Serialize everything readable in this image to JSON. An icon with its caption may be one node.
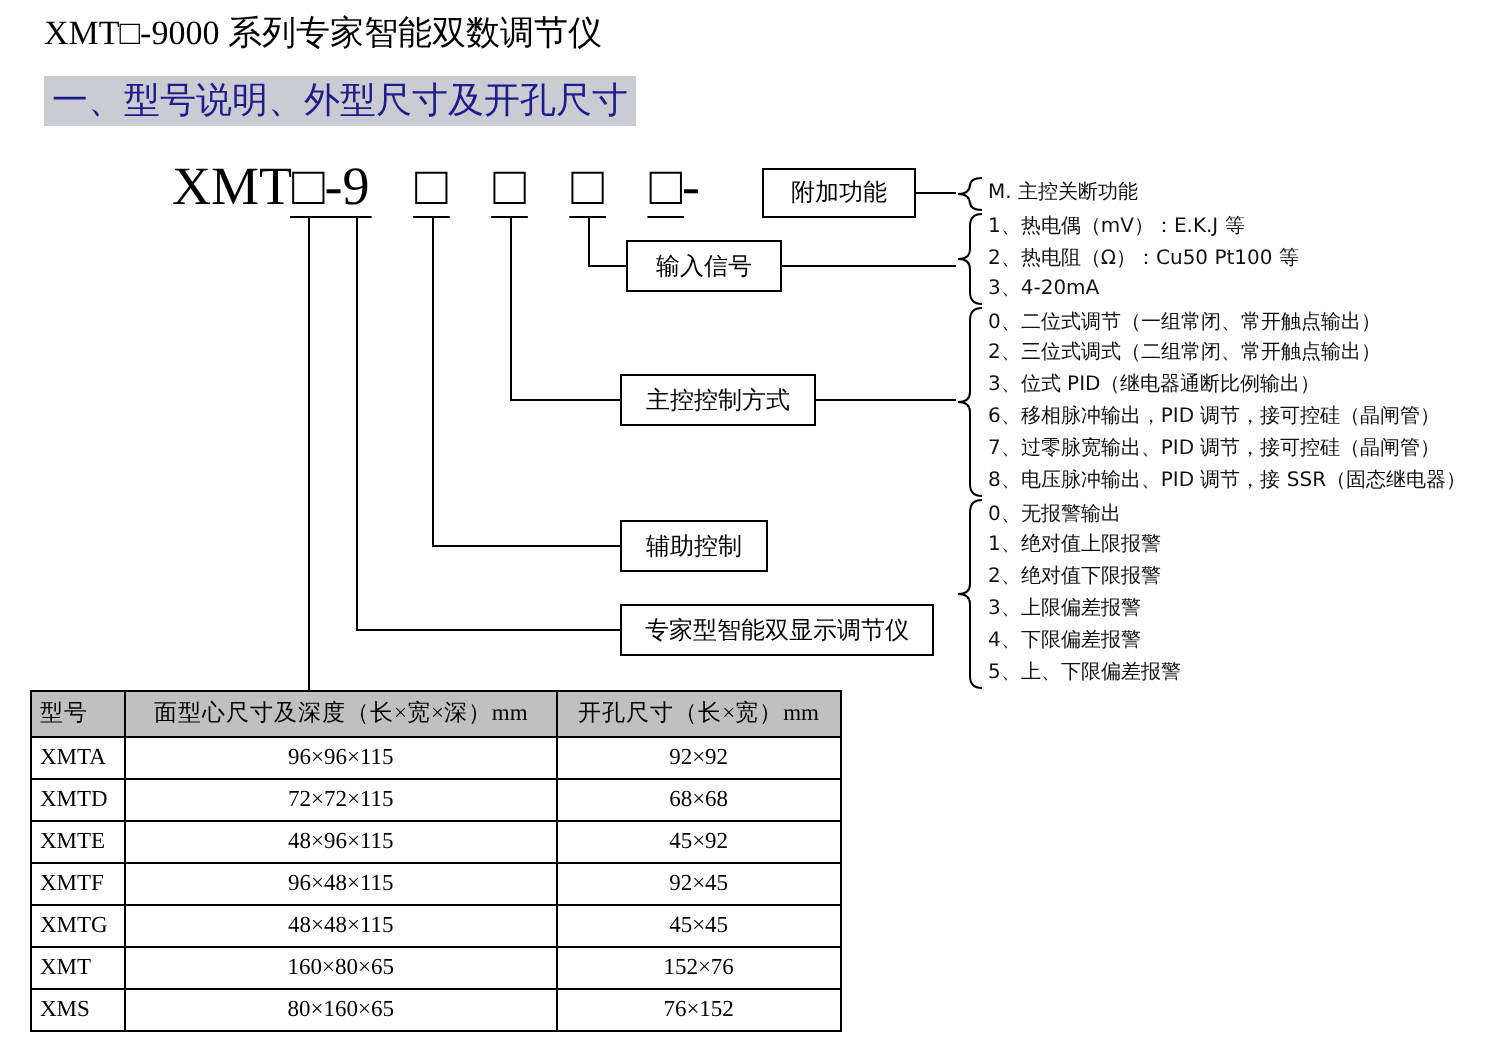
{
  "diagram": {
    "title": "XMT□-9000 系列专家智能双数调节仪",
    "nodes": [
      {
        "text": [
          "XMT□-9 □ □ □ □-"
        ]
      },
      {
        "text": [
          "附加功能"
        ]
      },
      {
        "text": [
          "输入信号"
        ]
      },
      {
        "text": [
          "主控控制方式"
        ]
      },
      {
        "text": [
          "辅助控制"
        ]
      },
      {
        "text": [
          "专家型智能双显示调节仪"
        ]
      },
      {
        "text": [
          "M. 主控关断功能"
        ]
      },
      {
        "text": [
          "1、热电偶（mV）：E.K.J 等",
          "2、热电阻（Ω）：Cu50 Pt100 等",
          "3、4-20mA"
        ]
      },
      {
        "text": [
          "0、二位式调节（一组常闭、常开触点输出）",
          "2、三位式调式（二组常闭、常开触点输出）",
          "3、位式 PID（继电器通断比例输出）",
          "6、移相脉冲输出，PID 调节，接可控硅（晶闸管）",
          "7、过零脉宽输出、PID 调节，接可控硅（晶闸管）",
          "8、电压脉冲输出、PID 调节，接 SSR（固态继电器）"
        ]
      },
      {
        "text": [
          "0、无报警输出",
          "1、绝对值上限报警",
          "2、绝对值下限报警",
          "3、上限偏差报警",
          "4、下限偏差报警",
          "5、上、下限偏差报警"
        ]
      },
      {
        "text": [],
        "shape": "box"
      }
    ],
    "edges": [
      {
        "from": 0,
        "to": 5,
        "arrow": "none"
      },
      {
        "from": 0,
        "to": 4,
        "arrow": "none"
      },
      {
        "from": 0,
        "to": 3,
        "arrow": "none"
      },
      {
        "from": 0,
        "to": 2,
        "arrow": "none"
      },
      {
        "from": 0,
        "to": 10,
        "arrow": "none"
      },
      {
        "from": 1,
        "to": 6,
        "arrow": "none"
      },
      {
        "from": 2,
        "to": 7,
        "arrow": "none"
      },
      {
        "from": 3,
        "to": 8,
        "arrow": "none"
      }
    ],
    "labels": [
      "一、型号说明、外型尺寸及开孔尺寸",
      "型号",
      "面型心尺寸及深度（长×宽×深）mm",
      "开孔尺寸（长×宽）mm",
      "XMTA",
      "96×96×115",
      "92×92",
      "XMTD",
      "72×72×115",
      "68×68",
      "XMTE",
      "48×96×115",
      "45×92",
      "XMTF",
      "96×48×115",
      "92×45",
      "XMTG",
      "48×48×115",
      "45×45",
      "XMT",
      "160×80×65",
      "152×76",
      "XMS",
      "80×160×65",
      "76×152"
    ]
  }
}
